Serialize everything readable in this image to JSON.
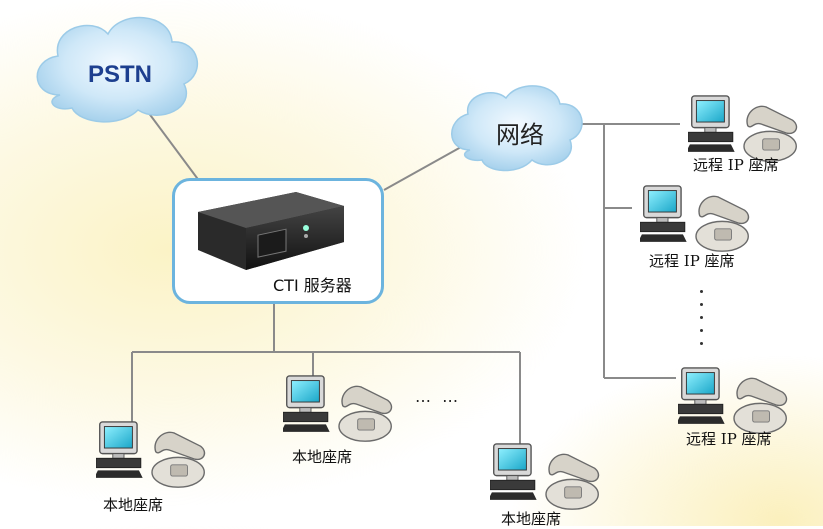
{
  "clouds": {
    "pstn": "PSTN",
    "network": "网络"
  },
  "server": {
    "label": "CTI 服务器"
  },
  "local_seats": [
    {
      "label": "本地座席"
    },
    {
      "label": "本地座席"
    },
    {
      "label": "本地座席"
    }
  ],
  "remote_seats": [
    {
      "label": "远程 IP 座席"
    },
    {
      "label": "远程 IP 座席"
    },
    {
      "label": "远程 IP 座席"
    }
  ],
  "ellipsis_horizontal": "…  …",
  "colors": {
    "cloud_fill": "#bfe1f5",
    "server_border": "#6cb4de",
    "line": "#8a8a8a",
    "pstn_text": "#1d3f8f"
  }
}
